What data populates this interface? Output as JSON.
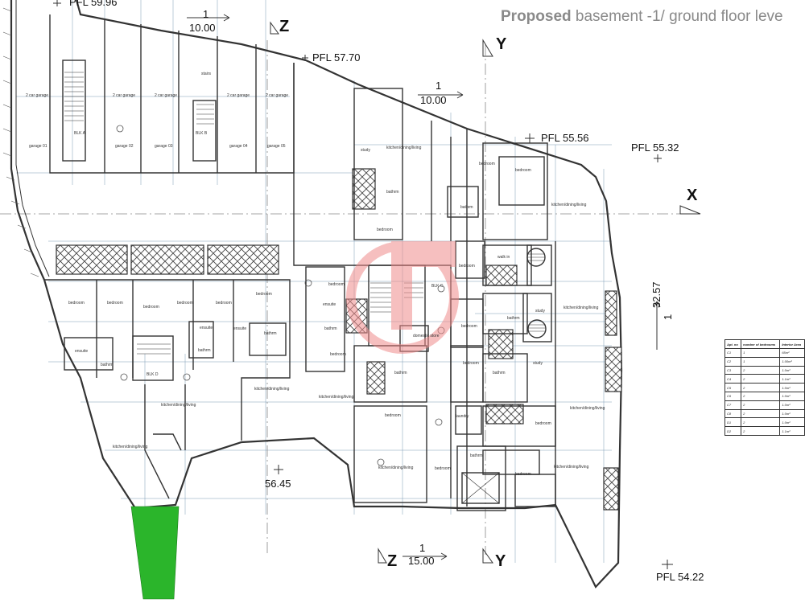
{
  "title": {
    "bold": "Proposed",
    "rest": " basement -1/ ground floor leve"
  },
  "levels": {
    "pfl_59_96": "PFL 59.96",
    "pfl_57_70": "PFL 57.70",
    "pfl_55_56": "PFL 55.56",
    "pfl_55_32": "PFL 55.32",
    "pfl_54_22": "PFL 54.22",
    "spot_56_45": "56.45"
  },
  "sections": {
    "z_top": "Z",
    "y_top": "Y",
    "x_right": "X",
    "z_bottom": "Z",
    "y_bottom": "Y"
  },
  "slopes": {
    "s1": {
      "num": "1",
      "den": "10.00"
    },
    "s2": {
      "num": "1",
      "den": "10.00"
    },
    "s3": {
      "num": "1",
      "den": "15.00"
    },
    "s4": {
      "num": "1",
      "den": "32.57"
    }
  },
  "rooms": {
    "car_garage": "2 car garage",
    "garage01": "garage 01",
    "garage02": "garage 02",
    "garage03": "garage 03",
    "garage04": "garage 04",
    "garage05": "garage 05",
    "blk_a": "BLK A",
    "blk_b": "BLK B",
    "blk_c": "BLK C",
    "blk_d": "BLK D",
    "stairs": "stairs",
    "bedroom": "bedroom",
    "ensuite": "ensuite",
    "bathrm": "bathrm",
    "study": "study",
    "walkin": "walk in",
    "kitchen": "kitchen/dining/living",
    "laundry": "laundry",
    "domestic_store": "domestic store"
  },
  "table": {
    "headers": [
      "Apt. no",
      "number of bedrooms",
      "Interior Area"
    ],
    "rows": [
      [
        "C1",
        "1",
        "65m²"
      ],
      [
        "C2",
        "1",
        "1.00m²"
      ],
      [
        "C3",
        "2",
        "1.0m²"
      ],
      [
        "C4",
        "2",
        "1.1m²"
      ],
      [
        "C5",
        "2",
        "1.0m²"
      ],
      [
        "C6",
        "2",
        "1.0m²"
      ],
      [
        "C7",
        "2",
        "1.0m²"
      ],
      [
        "C8",
        "2",
        "1.0m²"
      ],
      [
        "D1",
        "2",
        "1.0m²"
      ],
      [
        "D2",
        "2",
        "1.1m²"
      ]
    ]
  },
  "colors": {
    "wall": "#333333",
    "grid": "#7a9ab5",
    "hatch": "#444444",
    "green": "#2bb52b",
    "watermark": "#e35a5a"
  }
}
